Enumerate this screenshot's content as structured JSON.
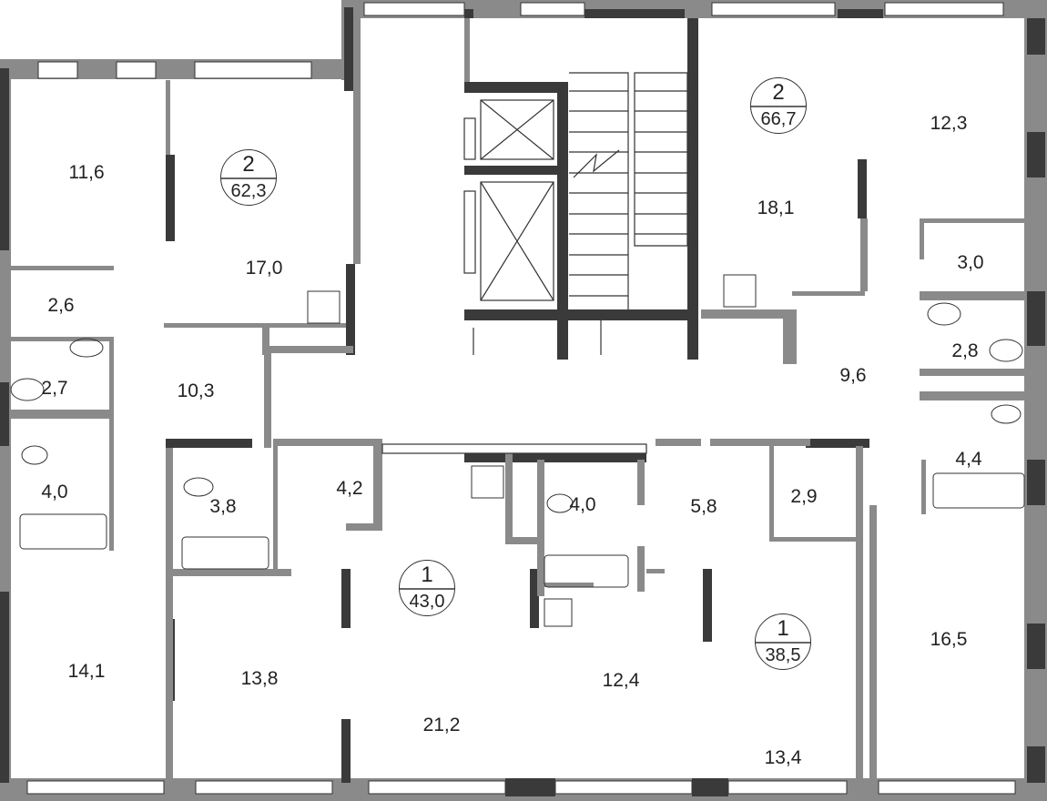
{
  "colors": {
    "wall": "#8a8a8a",
    "load_wall": "#3a3a3a",
    "background": "#ffffff"
  },
  "apartments": [
    {
      "rooms": "2",
      "area": "62,3"
    },
    {
      "rooms": "2",
      "area": "66,7"
    },
    {
      "rooms": "1",
      "area": "43,0"
    },
    {
      "rooms": "1",
      "area": "38,5"
    }
  ],
  "rooms": [
    "11,6",
    "17,0",
    "2,6",
    "2,7",
    "10,3",
    "4,0",
    "3,8",
    "4,2",
    "14,1",
    "13,8",
    "21,2",
    "12,4",
    "13,4",
    "5,8",
    "2,9",
    "4,0",
    "16,5",
    "18,1",
    "12,3",
    "3,0",
    "2,8",
    "9,6",
    "4,4"
  ]
}
